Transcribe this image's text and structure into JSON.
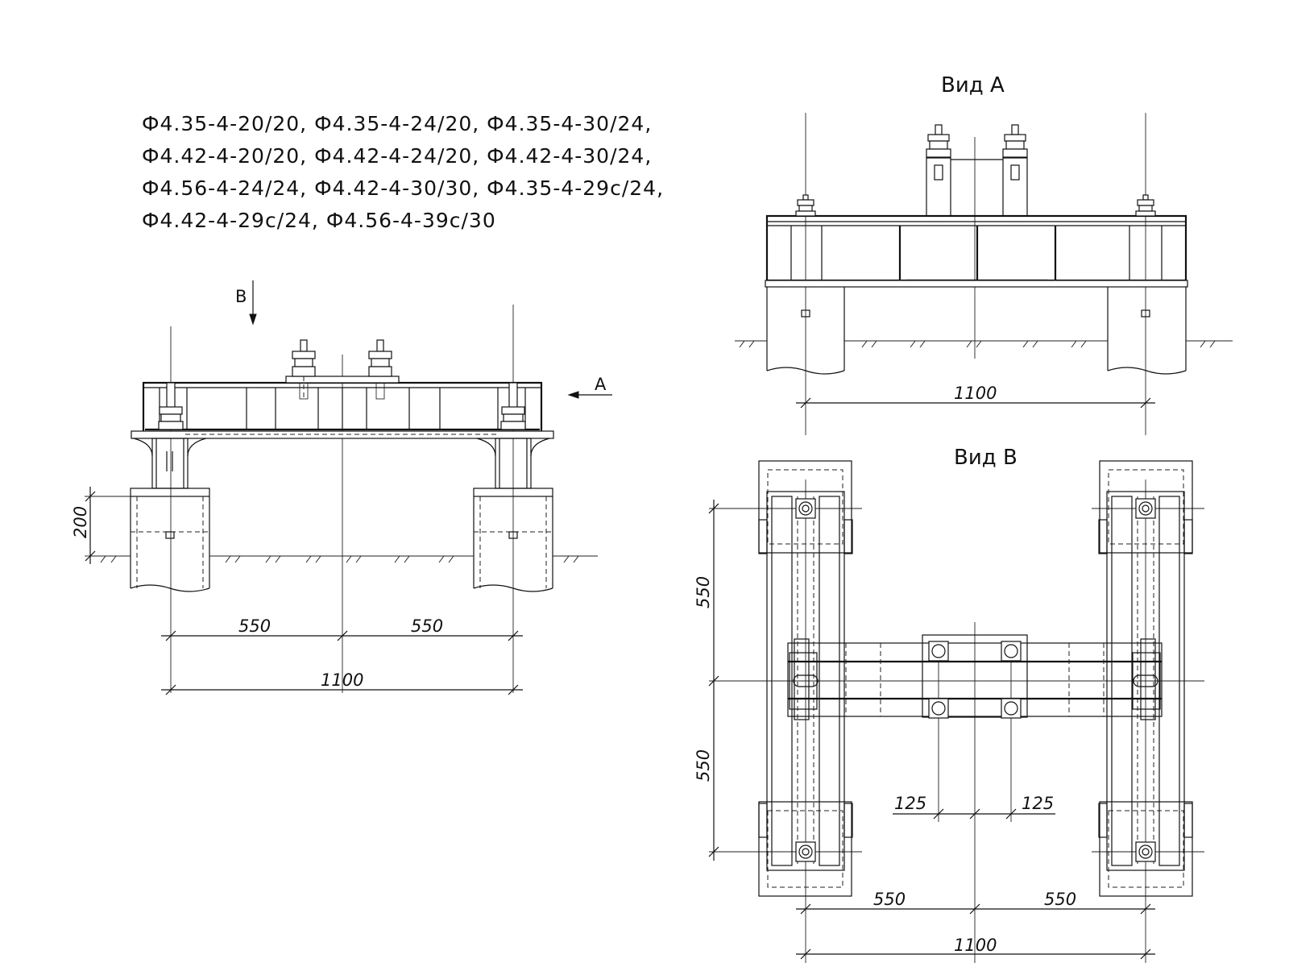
{
  "marks": [
    "Ф4.35-4-20/20, Ф4.35-4-24/20, Ф4.35-4-30/24,",
    "Ф4.42-4-20/20, Ф4.42-4-24/20, Ф4.42-4-30/24,",
    "Ф4.56-4-24/24, Ф4.42-4-30/30, Ф4.35-4-29с/24,",
    "Ф4.42-4-29с/24, Ф4.56-4-39с/30"
  ],
  "front": {
    "tag_b": "B",
    "tag_a": "A",
    "dim_200": "200",
    "dim_left": "550",
    "dim_right": "550",
    "dim_total": "1100"
  },
  "view_a": {
    "title": "Вид А",
    "dim_total": "1100"
  },
  "view_b": {
    "title": "Вид В",
    "dim_v_top": "550",
    "dim_v_bottom": "550",
    "dim_125_left": "125",
    "dim_125_right": "125",
    "dim_h_left": "550",
    "dim_h_right": "550",
    "dim_total": "1100"
  }
}
